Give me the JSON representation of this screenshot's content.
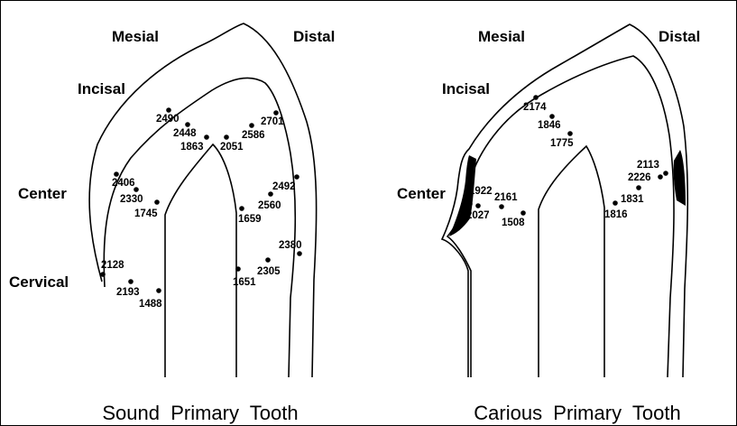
{
  "sound": {
    "labels": {
      "mesial": "Mesial",
      "distal": "Distal",
      "incisal": "Incisal",
      "center": "Center",
      "cervical": "Cervical"
    },
    "values": {
      "v2490": "2490",
      "v2448": "2448",
      "v1863": "1863",
      "v2051": "2051",
      "v2586": "2586",
      "v2701": "2701",
      "v2406": "2406",
      "v2330": "2330",
      "v1745": "1745",
      "v2492": "2492",
      "v2560": "2560",
      "v1659": "1659",
      "v2128": "2128",
      "v2193": "2193",
      "v1488": "1488",
      "v2380": "2380",
      "v2305": "2305",
      "v1651": "1651"
    },
    "caption": "Sound  Primary  Tooth"
  },
  "carious": {
    "labels": {
      "mesial": "Mesial",
      "distal": "Distal",
      "incisal": "Incisal",
      "center": "Center"
    },
    "values": {
      "v2174": "2174",
      "v1846": "1846",
      "v1775": "1775",
      "v1922": "1922",
      "v2161": "2161",
      "v2027": "2027",
      "v1508": "1508",
      "v2113": "2113",
      "v2226": "2226",
      "v1831": "1831",
      "v1816": "1816"
    },
    "caption": "Carious  Primary  Tooth"
  }
}
